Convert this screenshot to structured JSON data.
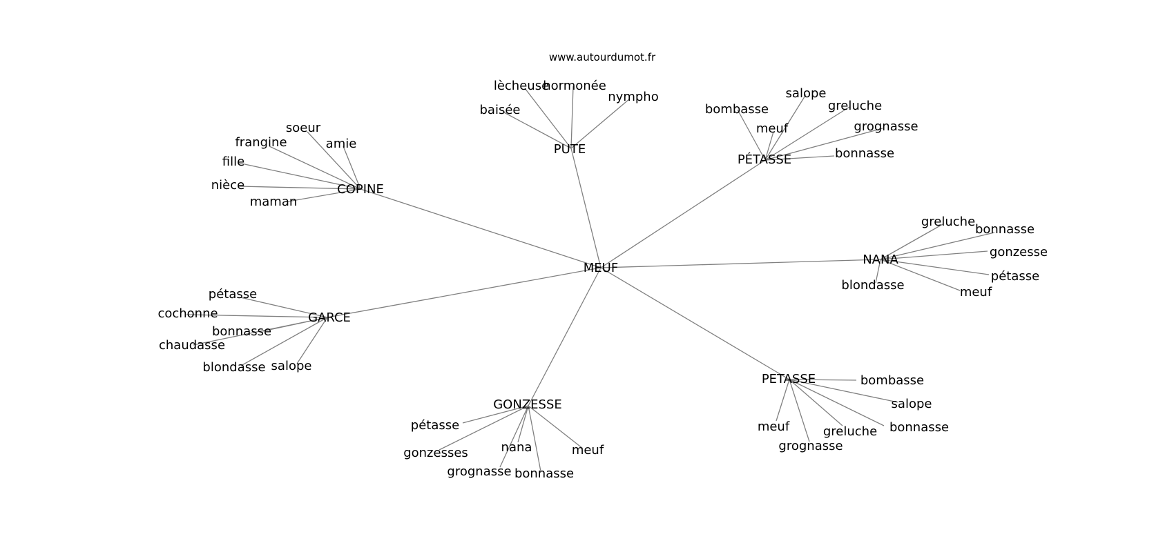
{
  "website": "www.autourdumot.fr",
  "root": "MEUF",
  "groups": [
    {
      "hub": "PUTE",
      "words": [
        "lècheuse",
        "hormonée",
        "nympho",
        "baisée"
      ]
    },
    {
      "hub": "PÉTASSE",
      "words": [
        "salope",
        "bombasse",
        "greluche",
        "meuf",
        "grognasse",
        "bonnasse"
      ]
    },
    {
      "hub": "COPINE",
      "words": [
        "soeur",
        "frangine",
        "amie",
        "fille",
        "nièce",
        "maman"
      ]
    },
    {
      "hub": "NANA",
      "words": [
        "greluche",
        "bonnasse",
        "gonzesse",
        "pétasse",
        "blondasse",
        "meuf"
      ]
    },
    {
      "hub": "GARCE",
      "words": [
        "pétasse",
        "cochonne",
        "bonnasse",
        "chaudasse",
        "blondasse",
        "salope"
      ]
    },
    {
      "hub": "PETASSE",
      "words": [
        "bombasse",
        "salope",
        "bonnasse",
        "greluche",
        "meuf",
        "grognasse"
      ]
    },
    {
      "hub": "GONZESSE",
      "words": [
        "pétasse",
        "gonzesses",
        "nana",
        "meuf",
        "grognasse",
        "bonnasse"
      ]
    }
  ]
}
